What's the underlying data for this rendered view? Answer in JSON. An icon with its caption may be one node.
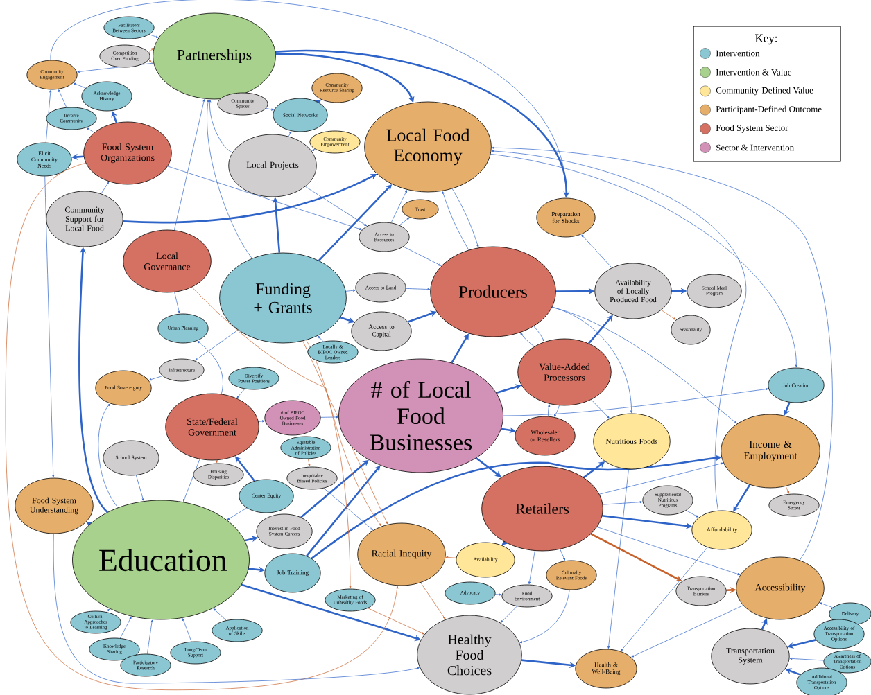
{
  "diagram": {
    "nodes": [
      {
        "text": [
          "Partnerships"
        ]
      },
      {
        "text": [
          "Facilitators Between Sectors"
        ]
      },
      {
        "text": [
          "Competition Over Funding"
        ]
      },
      {
        "text": [
          "Community Engagement"
        ]
      },
      {
        "text": [
          "Acknowledge History"
        ]
      },
      {
        "text": [
          "Involve Community"
        ]
      },
      {
        "text": [
          "Community Spaces"
        ]
      },
      {
        "text": [
          "Social Networks"
        ]
      },
      {
        "text": [
          "Community Resource Sharing"
        ]
      },
      {
        "text": [
          "Community Empowerment"
        ]
      },
      {
        "text": [
          "Food System Organizations"
        ]
      },
      {
        "text": [
          "Elicit Community Needs"
        ]
      },
      {
        "text": [
          "Local Projects"
        ]
      },
      {
        "text": [
          "Local Food Economy"
        ]
      },
      {
        "text": [
          "Community Support for Local Food"
        ]
      },
      {
        "text": [
          "Trust"
        ]
      },
      {
        "text": [
          "Access to Resources"
        ]
      },
      {
        "text": [
          "Preparation for Shocks"
        ]
      },
      {
        "text": [
          "Local Governance"
        ]
      },
      {
        "text": [
          "Funding + Grants"
        ]
      },
      {
        "text": [
          "Access to Land"
        ]
      },
      {
        "text": [
          "Producers"
        ]
      },
      {
        "text": [
          "Availability of Locally Produced Food"
        ]
      },
      {
        "text": [
          "School Meal Program"
        ]
      },
      {
        "text": [
          "Seasonality"
        ]
      },
      {
        "text": [
          "Access to Capital"
        ]
      },
      {
        "text": [
          "Urban Planning"
        ]
      },
      {
        "text": [
          "Locally & BIPOC Owned Lenders"
        ]
      },
      {
        "text": [
          "Value-Added Processors"
        ]
      },
      {
        "text": [
          "Infrastructure"
        ]
      },
      {
        "text": [
          "Food Sovereignty"
        ]
      },
      {
        "text": [
          "Diversify Power Positions"
        ]
      },
      {
        "text": [
          "Job Creation"
        ]
      },
      {
        "text": [
          "# of Local Food Businesses"
        ]
      },
      {
        "text": [
          "State/Federal Government"
        ]
      },
      {
        "text": [
          "# of BIPOC Owned Food Businesses"
        ]
      },
      {
        "text": [
          "Wholesaler or Resellers"
        ]
      },
      {
        "text": [
          "Nutritious Foods"
        ]
      },
      {
        "text": [
          "Income & Employment"
        ]
      },
      {
        "text": [
          "Equitable Administration of Policies"
        ]
      },
      {
        "text": [
          "School System"
        ]
      },
      {
        "text": [
          "Inequitable Biased Policies"
        ]
      },
      {
        "text": [
          "Housing Disparities"
        ]
      },
      {
        "text": [
          "Food System Understanding"
        ]
      },
      {
        "text": [
          "Center Equity"
        ]
      },
      {
        "text": [
          "Supplemental Nutritious Programs"
        ]
      },
      {
        "text": [
          "Emergency Sector"
        ]
      },
      {
        "text": [
          "Retailers"
        ]
      },
      {
        "text": [
          "Interest in Food System Careers"
        ]
      },
      {
        "text": [
          "Education"
        ]
      },
      {
        "text": [
          "Affordability"
        ]
      },
      {
        "text": [
          "Availability"
        ]
      },
      {
        "text": [
          "Racial Inequity"
        ]
      },
      {
        "text": [
          "Job Training"
        ]
      },
      {
        "text": [
          "Accessibility"
        ]
      },
      {
        "text": [
          "Culturally Relevant Foods"
        ]
      },
      {
        "text": [
          "Advocacy"
        ]
      },
      {
        "text": [
          "Food Environment"
        ]
      },
      {
        "text": [
          "Transportation Barriers"
        ]
      },
      {
        "text": [
          "Marketing of Unhealthy Foods"
        ]
      },
      {
        "text": [
          "Delivery"
        ]
      },
      {
        "text": [
          "Cultural Approaches to Learning"
        ]
      },
      {
        "text": [
          "Application of Skills"
        ]
      },
      {
        "text": [
          "Accessibility of Transportation Options"
        ]
      },
      {
        "text": [
          "Healthy Food Choices"
        ]
      },
      {
        "text": [
          "Knowledge Sharing"
        ]
      },
      {
        "text": [
          "Long-Term Support"
        ]
      },
      {
        "text": [
          "Participatory Research"
        ]
      },
      {
        "text": [
          "Transportation System"
        ]
      },
      {
        "text": [
          "Awareness of Transportation Options"
        ]
      },
      {
        "text": [
          "Health & Well-Being"
        ]
      },
      {
        "text": [
          "Additional Transportation Options"
        ]
      }
    ],
    "edges": [
      {
        "from": 1,
        "to": 0,
        "arrow": "to"
      },
      {
        "from": 0,
        "to": 2,
        "arrow": "to",
        "color": "#c8622c"
      },
      {
        "from": 2,
        "to": 0,
        "arrow": "to",
        "color": "#c8622c"
      },
      {
        "from": 0,
        "to": 3,
        "arrow": "to"
      },
      {
        "from": 4,
        "to": 3,
        "arrow": "to"
      },
      {
        "from": 5,
        "to": 3,
        "arrow": "to"
      },
      {
        "from": 11,
        "to": 3,
        "arrow": "to"
      },
      {
        "from": 10,
        "to": 4,
        "arrow": "to",
        "style": "thick"
      },
      {
        "from": 10,
        "to": 5,
        "arrow": "to"
      },
      {
        "from": 10,
        "to": 11,
        "arrow": "to",
        "style": "thick"
      },
      {
        "from": 3,
        "to": 17,
        "arrow": "to"
      },
      {
        "from": 0,
        "to": 13,
        "arrow": "to",
        "style": "thick"
      },
      {
        "from": 0,
        "to": 17,
        "arrow": "to",
        "style": "thick"
      },
      {
        "from": 6,
        "to": 7,
        "arrow": "to"
      },
      {
        "from": 7,
        "to": 8,
        "arrow": "to",
        "style": "thick"
      },
      {
        "from": 12,
        "to": 7,
        "arrow": "to"
      },
      {
        "from": 12,
        "to": 9,
        "arrow": "to"
      },
      {
        "from": 12,
        "to": 0,
        "arrow": "to"
      },
      {
        "from": 14,
        "to": 10,
        "arrow": "to"
      },
      {
        "from": 14,
        "to": 13,
        "arrow": "to",
        "style": "thick"
      },
      {
        "from": 19,
        "to": 12,
        "arrow": "to",
        "style": "thick"
      },
      {
        "from": 19,
        "to": 13,
        "arrow": "to",
        "style": "thick"
      },
      {
        "from": 19,
        "to": 20,
        "arrow": "to"
      },
      {
        "from": 19,
        "to": 25,
        "arrow": "to",
        "style": "thick"
      },
      {
        "from": 20,
        "to": 21,
        "arrow": "to"
      },
      {
        "from": 25,
        "to": 21,
        "arrow": "to",
        "style": "thick"
      },
      {
        "from": 16,
        "to": 15,
        "arrow": "to"
      },
      {
        "from": 16,
        "to": 13,
        "arrow": "to"
      },
      {
        "from": 16,
        "to": 21,
        "arrow": "to"
      },
      {
        "from": 13,
        "to": 21,
        "arrow": "to"
      },
      {
        "from": 21,
        "to": 13,
        "arrow": "to"
      },
      {
        "from": 21,
        "to": 22,
        "arrow": "to",
        "style": "thick"
      },
      {
        "from": 22,
        "to": 23,
        "arrow": "to",
        "style": "thick"
      },
      {
        "from": 22,
        "to": 24,
        "arrow": "to",
        "color": "#c8622c"
      },
      {
        "from": 22,
        "to": 17,
        "arrow": "to"
      },
      {
        "from": 28,
        "to": 22,
        "arrow": "to",
        "style": "thick"
      },
      {
        "from": 33,
        "to": 21,
        "arrow": "to",
        "style": "thick"
      },
      {
        "from": 33,
        "to": 28,
        "arrow": "to",
        "style": "thick"
      },
      {
        "from": 33,
        "to": 36,
        "arrow": "to",
        "style": "thick"
      },
      {
        "from": 33,
        "to": 47,
        "arrow": "to",
        "style": "thick"
      },
      {
        "from": 36,
        "to": 28,
        "arrow": "to"
      },
      {
        "from": 28,
        "to": 36,
        "arrow": "to"
      },
      {
        "from": 21,
        "to": 28,
        "arrow": "to"
      },
      {
        "from": 28,
        "to": 21,
        "arrow": "to"
      },
      {
        "from": 47,
        "to": 37,
        "arrow": "to",
        "style": "thick"
      },
      {
        "from": 47,
        "to": 51,
        "arrow": "to",
        "style": "thick"
      },
      {
        "from": 47,
        "to": 50,
        "arrow": "to",
        "style": "thick"
      },
      {
        "from": 47,
        "to": 45,
        "arrow": "to"
      },
      {
        "from": 47,
        "to": 58,
        "arrow": "to",
        "style": "thick",
        "color": "#c8622c"
      },
      {
        "from": 47,
        "to": 54,
        "arrow": "to"
      },
      {
        "from": 47,
        "to": 55,
        "arrow": "to"
      },
      {
        "from": 47,
        "to": 57,
        "arrow": "to"
      },
      {
        "from": 47,
        "to": 38,
        "arrow": "to"
      },
      {
        "from": 53,
        "to": 38,
        "arrow": "to",
        "style": "thick"
      },
      {
        "from": 45,
        "to": 50,
        "arrow": "to"
      },
      {
        "from": 38,
        "to": 50,
        "arrow": "to",
        "style": "thick"
      },
      {
        "from": 38,
        "to": 46,
        "arrow": "to",
        "color": "#c8622c"
      },
      {
        "from": 32,
        "to": 38,
        "arrow": "to",
        "style": "thick"
      },
      {
        "from": 13,
        "to": 32,
        "arrow": "to"
      },
      {
        "from": 50,
        "to": 13,
        "arrow": "to"
      },
      {
        "from": 54,
        "to": 13,
        "arrow": "to"
      },
      {
        "from": 58,
        "to": 54,
        "arrow": "to",
        "style": "thick",
        "color": "#c8622c"
      },
      {
        "from": 68,
        "to": 54,
        "arrow": "to",
        "style": "thick"
      },
      {
        "from": 63,
        "to": 68,
        "arrow": "to",
        "style": "thick"
      },
      {
        "from": 69,
        "to": 68,
        "arrow": "to"
      },
      {
        "from": 71,
        "to": 68,
        "arrow": "to",
        "style": "thick"
      },
      {
        "from": 60,
        "to": 54,
        "arrow": "to"
      },
      {
        "from": 54,
        "to": 70,
        "arrow": "to"
      },
      {
        "from": 50,
        "to": 70,
        "arrow": "to"
      },
      {
        "from": 37,
        "to": 70,
        "arrow": "to"
      },
      {
        "from": 64,
        "to": 70,
        "arrow": "to",
        "style": "thick"
      },
      {
        "from": 57,
        "to": 64,
        "arrow": "to"
      },
      {
        "from": 56,
        "to": 57,
        "arrow": "to"
      },
      {
        "from": 55,
        "to": 64,
        "arrow": "to"
      },
      {
        "from": 51,
        "to": 52,
        "arrow": "to",
        "color": "#c8622c"
      },
      {
        "from": 52,
        "to": 64,
        "arrow": "to",
        "color": "#c8622c"
      },
      {
        "from": 59,
        "to": 64,
        "arrow": "to",
        "color": "#c8622c"
      },
      {
        "from": 49,
        "to": 64,
        "arrow": "to",
        "style": "thick"
      },
      {
        "from": 49,
        "to": 48,
        "arrow": "to",
        "style": "thick"
      },
      {
        "from": 49,
        "to": 53,
        "arrow": "to",
        "style": "thick"
      },
      {
        "from": 49,
        "to": 43,
        "arrow": "to",
        "style": "thick"
      },
      {
        "from": 49,
        "to": 14,
        "arrow": "to",
        "style": "thick"
      },
      {
        "from": 48,
        "to": 33,
        "arrow": "to",
        "style": "thick"
      },
      {
        "from": 53,
        "to": 33,
        "arrow": "to",
        "style": "thick"
      },
      {
        "from": 35,
        "to": 33,
        "arrow": "to"
      },
      {
        "from": 34,
        "to": 35,
        "arrow": "to"
      },
      {
        "from": 44,
        "to": 34,
        "arrow": "to",
        "style": "thick"
      },
      {
        "from": 44,
        "to": 49,
        "arrow": "to"
      },
      {
        "from": 34,
        "to": 42,
        "arrow": "to",
        "color": "#c8622c"
      },
      {
        "from": 34,
        "to": 49,
        "arrow": "to"
      },
      {
        "from": 34,
        "to": 26,
        "arrow": "to"
      },
      {
        "from": 18,
        "to": 26,
        "arrow": "to"
      },
      {
        "from": 31,
        "to": 34,
        "arrow": "to"
      },
      {
        "from": 29,
        "to": 30,
        "arrow": "to"
      },
      {
        "from": 19,
        "to": 29,
        "arrow": "to"
      },
      {
        "from": 40,
        "to": 49,
        "arrow": "to"
      },
      {
        "from": 61,
        "to": 49,
        "arrow": "to"
      },
      {
        "from": 65,
        "to": 49,
        "arrow": "to"
      },
      {
        "from": 67,
        "to": 49,
        "arrow": "to"
      },
      {
        "from": 66,
        "to": 49,
        "arrow": "to"
      },
      {
        "from": 62,
        "to": 49,
        "arrow": "to"
      },
      {
        "from": 39,
        "to": 41,
        "arrow": "to",
        "color": "#c8622c"
      },
      {
        "from": 41,
        "to": 52,
        "arrow": "to"
      },
      {
        "from": 10,
        "to": 52,
        "arrow": "to",
        "color": "#c8622c"
      },
      {
        "from": 18,
        "to": 52,
        "arrow": "to",
        "color": "#c8622c"
      },
      {
        "from": 19,
        "to": 52,
        "arrow": "to",
        "color": "#c8622c"
      },
      {
        "from": 19,
        "to": 59,
        "arrow": "to",
        "color": "#c8622c"
      },
      {
        "from": 11,
        "to": 43,
        "arrow": "to"
      },
      {
        "from": 43,
        "to": 64,
        "arrow": "to"
      },
      {
        "from": 49,
        "to": 30,
        "arrow": "to"
      },
      {
        "from": 18,
        "to": 0,
        "arrow": "to"
      },
      {
        "from": 19,
        "to": 0,
        "arrow": "to"
      },
      {
        "from": 33,
        "to": 32,
        "arrow": "to"
      },
      {
        "from": 28,
        "to": 37,
        "arrow": "to"
      },
      {
        "from": 21,
        "to": 37,
        "arrow": "to"
      },
      {
        "from": 21,
        "to": 38,
        "arrow": "to"
      },
      {
        "from": 12,
        "to": 16,
        "arrow": "to"
      },
      {
        "from": 10,
        "to": 16,
        "arrow": "to"
      },
      {
        "from": 27,
        "to": 19,
        "arrow": "to"
      }
    ],
    "labels": [
      "Key:"
    ],
    "legend": [
      {
        "text": "Intervention",
        "color": "#8bc6d3"
      },
      {
        "text": "Intervention & Value",
        "color": "#a8d18d"
      },
      {
        "text": "Community-Defined Value",
        "color": "#ffe699"
      },
      {
        "text": "Participant-Defined Outcome",
        "color": "#e5ae6b"
      },
      {
        "text": "Food System Sector",
        "color": "#d57163"
      },
      {
        "text": "Sector & Intervention",
        "color": "#d291b6"
      }
    ]
  }
}
